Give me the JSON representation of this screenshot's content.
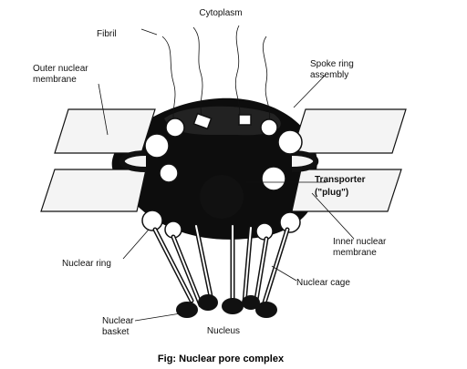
{
  "labels": {
    "cytoplasm": "Cytoplasm",
    "fibril": "Fibril",
    "outer_nuclear_1": "Outer nuclear",
    "outer_nuclear_2": "membrane",
    "spoke_ring_1": "Spoke ring",
    "spoke_ring_2": "assembly",
    "transporter_1": "Transporter",
    "transporter_2": "(\"plug\")",
    "inner_nuclear_1": "Inner nuclear",
    "inner_nuclear_2": "membrane",
    "nuclear_ring": "Nuclear ring",
    "nuclear_cage": "Nuclear cage",
    "nuclear_basket_1": "Nuclear",
    "nuclear_basket_2": "basket",
    "nucleus": "Nucleus"
  },
  "caption": "Fig: Nuclear pore complex",
  "colors": {
    "ink": "#111111",
    "background": "#ffffff",
    "membrane_fill": "#f4f4f4"
  }
}
